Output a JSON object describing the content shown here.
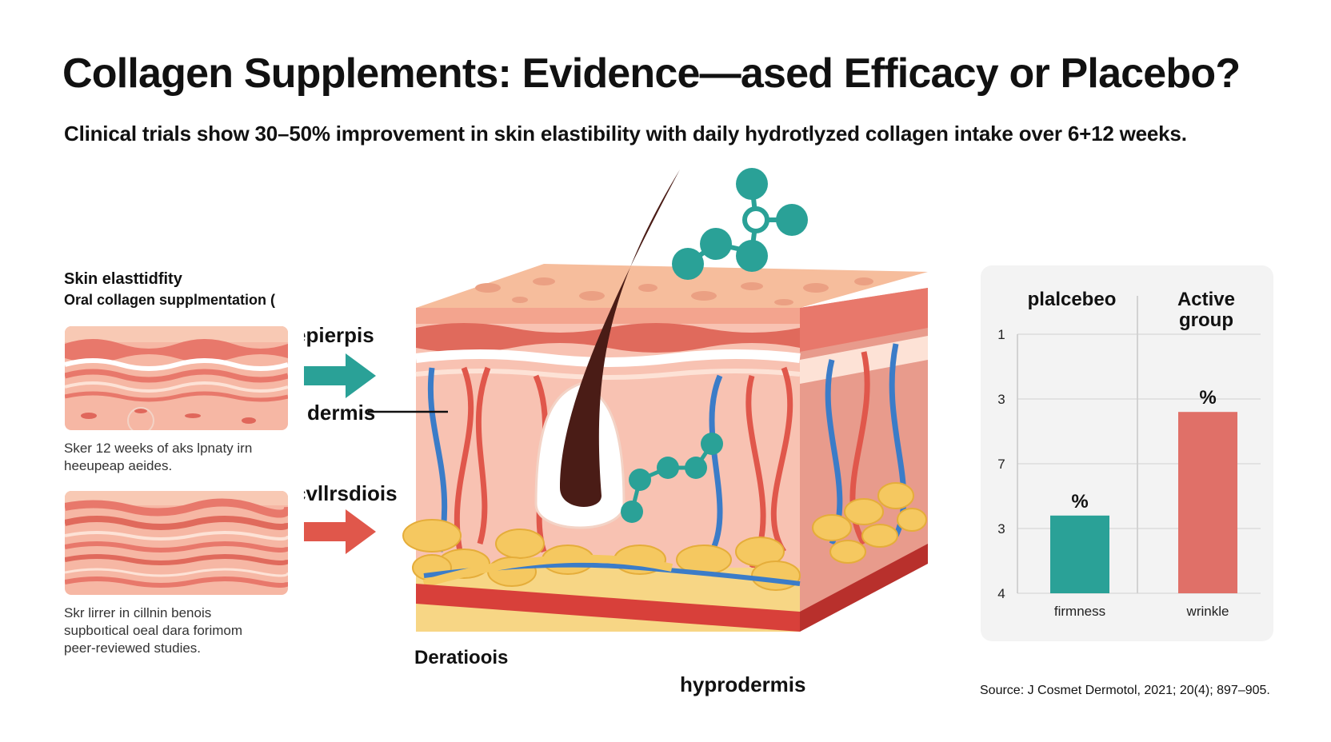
{
  "header": {
    "title": "Collagen Supplements: Evidence—ased Efficacy or Placebo?",
    "subtitle": "Clinical trials show 30–50% improvement in skin elastibility with daily hydrotlyzed collagen intake over 6+12 weeks."
  },
  "left_panel": {
    "heading": "Skin elasttidfity",
    "subheading": "Oral collagen supplmentation (",
    "caption_top": [
      "Sker 12 weeks of aks lpnaty irn",
      "heeupeap aeides."
    ],
    "caption_bottom": [
      "Skr lirrer in cillnin benois",
      "supboıtical oeal dara forimom",
      "peer-reviewed studies."
    ]
  },
  "diagram": {
    "labels": {
      "epidermis": "epierpis",
      "dermis": "dermis",
      "arrow_bottom": "cvllrsdiois",
      "bottom_left": "Deratioois",
      "bottom_center": "hyprodermis"
    },
    "colors": {
      "teal": "#2aa197",
      "coral": "#e0574b",
      "fat": "#f5c860",
      "skin": "#f5b89a"
    }
  },
  "chart_data": {
    "type": "bar",
    "columns": [
      "plalcebeo",
      "Active group"
    ],
    "categories": [
      "firmness",
      "wrinkle"
    ],
    "y_tick_labels": [
      "1",
      "3",
      "7",
      "3",
      "4"
    ],
    "values": [
      30,
      70
    ],
    "value_labels": [
      "%",
      "%"
    ],
    "colors": [
      "#2aa197",
      "#e07068"
    ],
    "ylim": [
      0,
      100
    ],
    "grid": true
  },
  "footer": {
    "source": "Source: J Cosmet Dermotol, 2021; 20(4); 897–905."
  }
}
